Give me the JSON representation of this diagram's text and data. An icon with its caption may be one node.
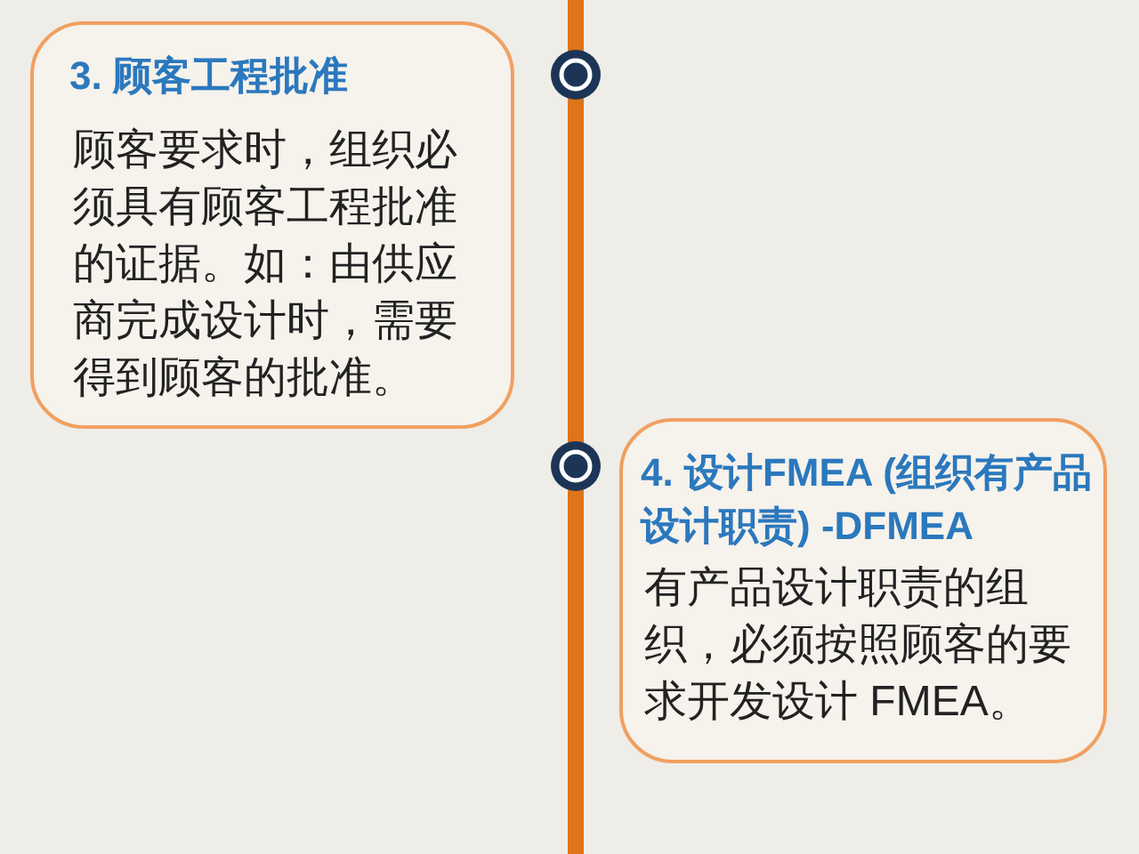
{
  "diagram": {
    "nodes": [
      {
        "text": [
          "3. 顾客工程批准",
          "顾客要求时，组织必须具有顾客工程批准的证据。如：由供应商完成设计时，需要得到顾客的批准。"
        ]
      },
      {
        "text": [
          "4. 设计FMEA (组织有产品设计职责) -DFMEA",
          "有产品设计职责的组织，必须按照顾客的要求开发设计 FMEA。"
        ]
      }
    ]
  }
}
